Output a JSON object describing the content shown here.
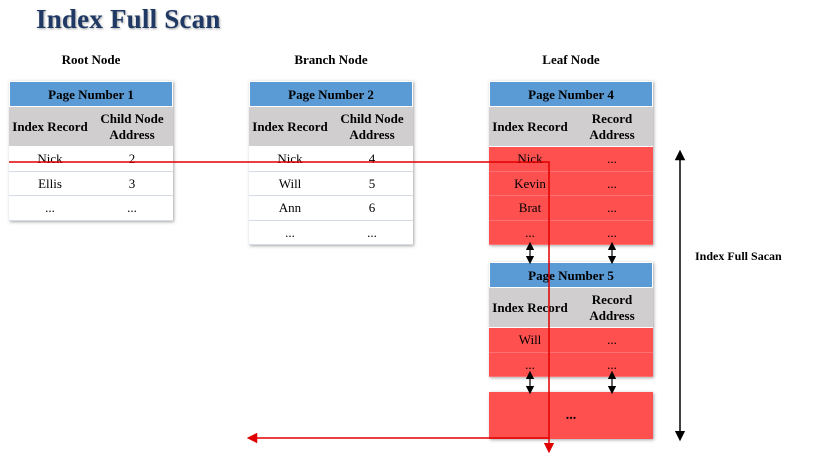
{
  "title": "Index Full Scan",
  "columns": {
    "root": "Root Node",
    "branch": "Branch Node",
    "leaf": "Leaf Node"
  },
  "root_node": {
    "page": "Page Number 1",
    "headers": [
      "Index Record",
      "Child Node Address"
    ],
    "rows": [
      [
        "Nick",
        "2"
      ],
      [
        "Ellis",
        "3"
      ],
      [
        "...",
        "..."
      ]
    ]
  },
  "branch_node": {
    "page": "Page Number 2",
    "headers": [
      "Index Record",
      "Child Node Address"
    ],
    "rows": [
      [
        "Nick",
        "4"
      ],
      [
        "Will",
        "5"
      ],
      [
        "Ann",
        "6"
      ],
      [
        "...",
        "..."
      ]
    ]
  },
  "leaf_node_4": {
    "page": "Page Number 4",
    "headers": [
      "Index Record",
      "Record Address"
    ],
    "rows": [
      [
        "Nick",
        "..."
      ],
      [
        "Kevin",
        "..."
      ],
      [
        "Brat",
        "..."
      ],
      [
        "...",
        "..."
      ]
    ]
  },
  "leaf_node_5": {
    "page": "Page Number 5",
    "headers": [
      "Index Record",
      "Record Address"
    ],
    "rows": [
      [
        "Will",
        "..."
      ],
      [
        "...",
        "..."
      ]
    ]
  },
  "leaf_block": {
    "text": "..."
  },
  "scan_label": "Index Full Sacan",
  "colors": {
    "title": "#1f3864",
    "page_header": "#5b9bd5",
    "column_header": "#d0cece",
    "scanned_row": "#ff5050",
    "scan_path": "#e00000"
  }
}
